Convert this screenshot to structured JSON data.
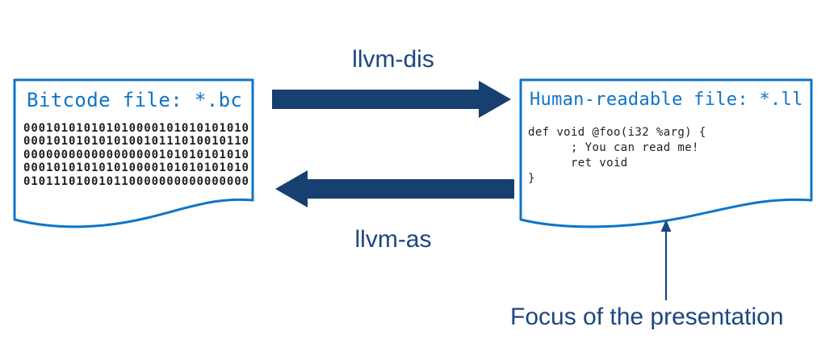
{
  "diagram": {
    "left_document": {
      "title": "Bitcode file: *.bc",
      "binary_lines": [
        "000101010101010000101010101010",
        "000101010101010010111010010110",
        "000000000000000000101010101010",
        "000101010101010000101010101010",
        "010111010010110000000000000000"
      ]
    },
    "right_document": {
      "title": "Human-readable file: *.ll",
      "code_lines": [
        "def void @foo(i32 %arg) {",
        "      ; You can read me!",
        "      ret void",
        "}"
      ]
    },
    "top_arrow_label": "llvm-dis",
    "bottom_arrow_label": "llvm-as",
    "annotation": "Focus of the presentation",
    "colors": {
      "accent_blue": "#0f74c8",
      "arrow_navy": "#173f6f",
      "label_navy": "#1c4680",
      "text_black": "#1f1f1f"
    }
  }
}
